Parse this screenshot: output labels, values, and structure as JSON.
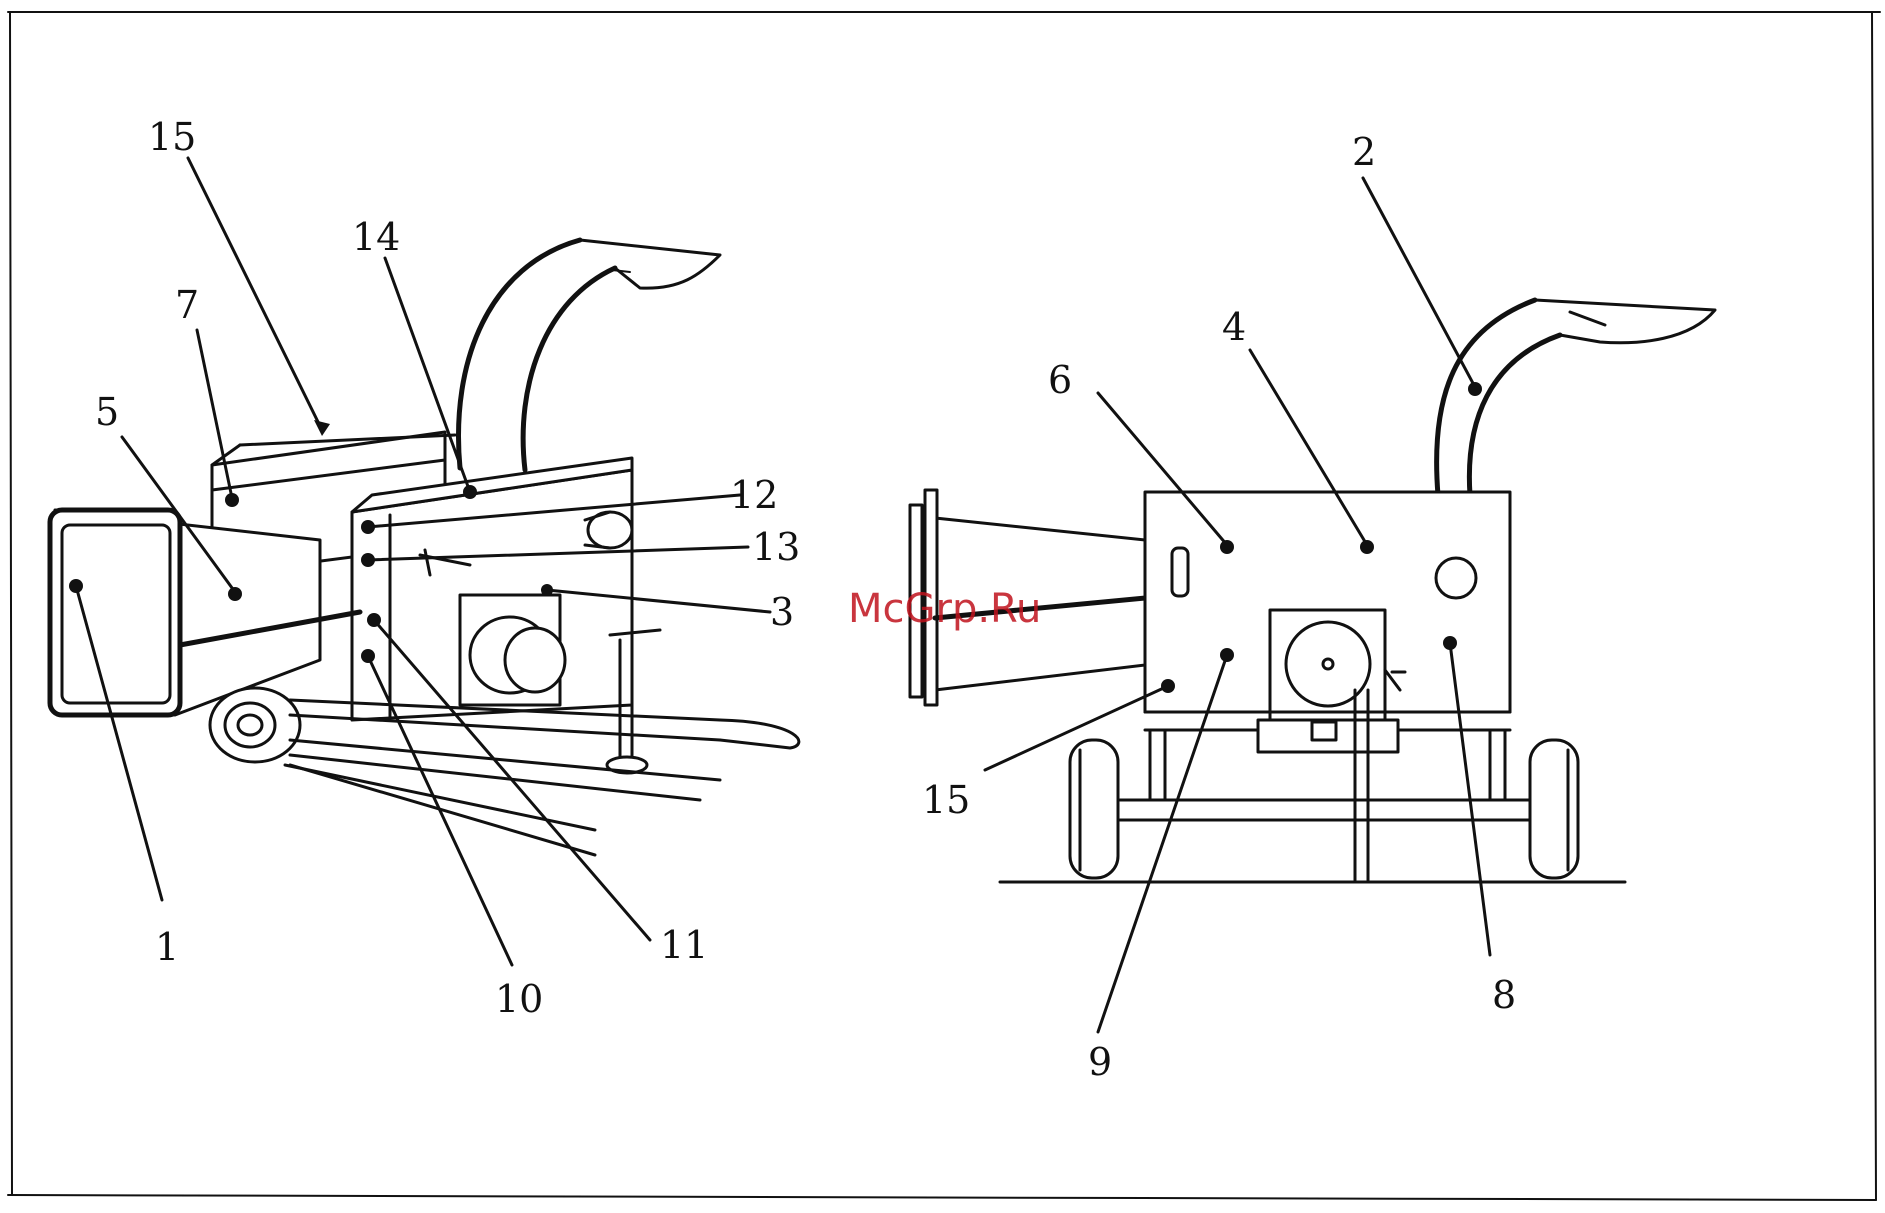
{
  "watermark": "McGrp.Ru",
  "left_view": {
    "callouts": [
      "15",
      "14",
      "7",
      "5",
      "12",
      "13",
      "3",
      "1",
      "10",
      "11"
    ]
  },
  "right_view": {
    "callouts": [
      "2",
      "4",
      "6",
      "15",
      "9",
      "8"
    ]
  }
}
